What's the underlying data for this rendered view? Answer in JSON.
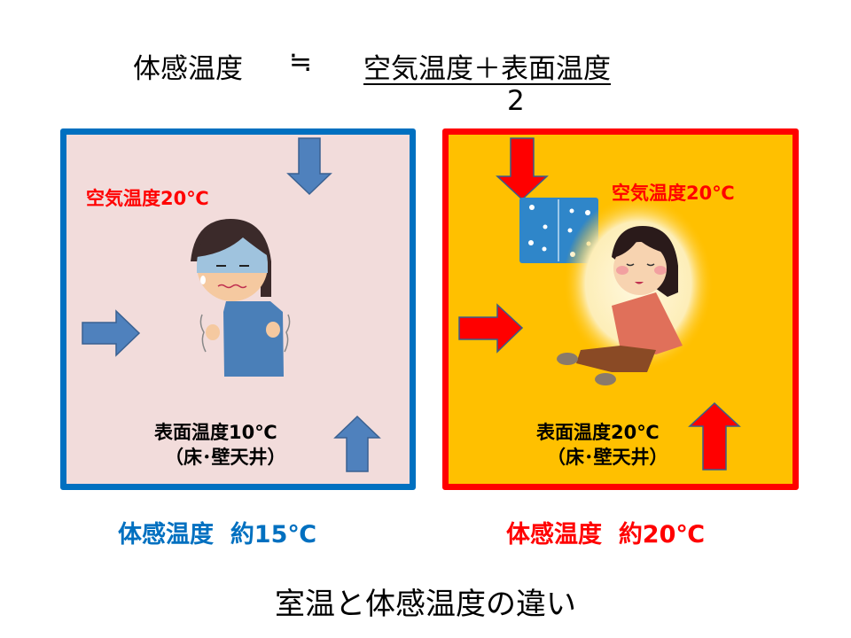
{
  "formula": {
    "lhs": "体感温度",
    "approx_symbol": "≒",
    "numerator": "空気温度＋表面温度",
    "denominator": "2"
  },
  "cold_room": {
    "air_temp_label": "空気温度20℃",
    "surface_temp_label": "表面温度10℃",
    "surface_note": "（床･壁天井）",
    "result_label": "体感温度",
    "result_value": "約15℃",
    "border_color": "#0070c0",
    "background_color": "#f2dcdb",
    "arrow_color": "#4f81bd"
  },
  "warm_room": {
    "air_temp_label": "空気温度20℃",
    "surface_temp_label": "表面温度20℃",
    "surface_note": "（床･壁天井）",
    "result_label": "体感温度",
    "result_value": "約20℃",
    "border_color": "#ff0000",
    "background_color": "#ffc000",
    "arrow_color": "#ff0000"
  },
  "caption": "室温と体感温度の違い"
}
